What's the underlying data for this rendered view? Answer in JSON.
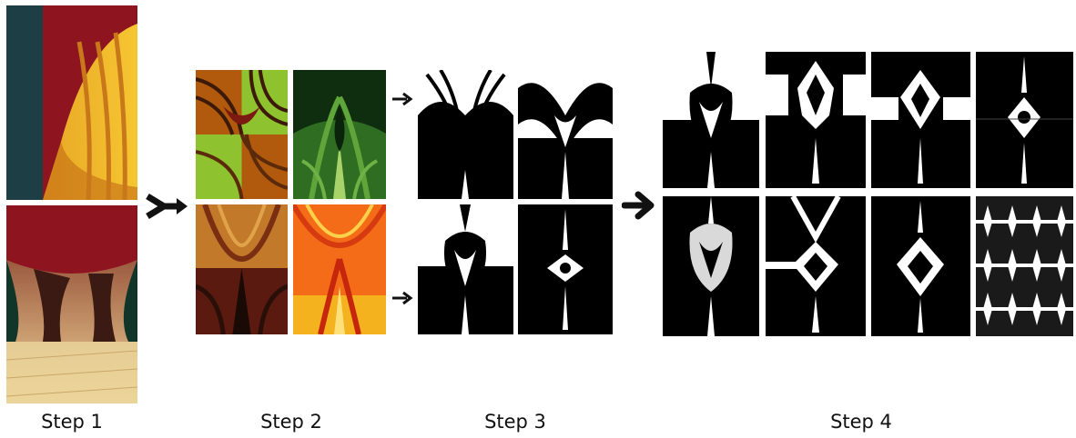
{
  "steps": {
    "step1": "Step 1",
    "step2": "Step 2",
    "step3": "Step 3",
    "step4": "Step 4"
  },
  "colors": {
    "curtain_red": "#8e1420",
    "curtain_gold": "#e9a21b",
    "curtain_teal": "#1d3e45",
    "green_dark": "#0f2d0f",
    "green_light": "#8fc22f",
    "orange": "#f46b18",
    "black": "#000000",
    "white": "#ffffff"
  },
  "icons": {
    "merge_arrow": "merge-arrow-icon",
    "right_arrow": "right-arrow-icon"
  }
}
